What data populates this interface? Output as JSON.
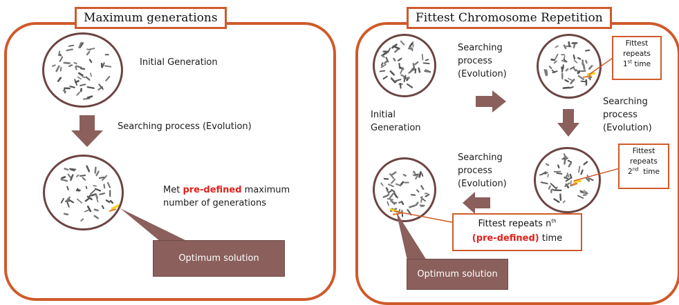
{
  "left_panel": {
    "title": "Maximum generations",
    "initial_label": "Initial Generation",
    "search_label": "Searching process (Evolution)",
    "met_prefix": "Met ",
    "met_highlight": "pre-defined",
    "met_suffix": " maximum",
    "met_line2": "number of generations",
    "optimum_label": "Optimum solution"
  },
  "right_panel": {
    "title": "Fittest Chromosome Repetition",
    "initial_line1": "Initial",
    "initial_line2": "Generation",
    "search1": [
      "Searching",
      "process",
      "(Evolution)"
    ],
    "search2": [
      "Searching",
      "process",
      "(Evolution)"
    ],
    "search3": [
      "Searching",
      "process",
      "(Evolution)"
    ],
    "callout1": {
      "line1": "Fittest",
      "line2": "repeats",
      "ordinal": "1",
      "sup": "st",
      "rest": " time"
    },
    "callout2": {
      "line1": "Fittest",
      "line2": "repeats",
      "ordinal": "2",
      "sup": "nd",
      "rest": "  time"
    },
    "callout3": {
      "line1_prefix": "Fittest repeats n",
      "sup": "th",
      "highlight": "(pre-defined)",
      "suffix": " time"
    },
    "optimum_label": "Optimum solution"
  },
  "colors": {
    "border": "#cf5a2a",
    "arrow": "#8a5f5c",
    "highlight": "#e0201a",
    "chromosome": "#555555",
    "marker_yellow": "#f5d020",
    "marker_orange": "#e87a20"
  }
}
